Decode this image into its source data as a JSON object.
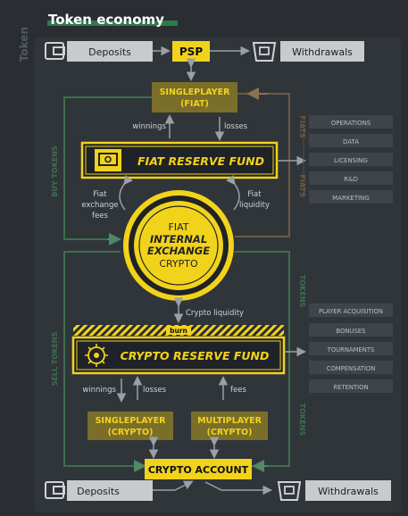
{
  "side_label": "Token",
  "title": "Token economy",
  "top": {
    "deposits": "Deposits",
    "psp": "PSP",
    "withdrawals": "Withdrawals"
  },
  "singleplayer_fiat": [
    "SINGLEPLAYER",
    "(FIAT)"
  ],
  "flows": {
    "winnings_top": "winnings",
    "losses_top": "losses",
    "fiat_exchange_fees": [
      "Fiat",
      "exchange",
      "fees"
    ],
    "fiat_liquidity": [
      "Fiat",
      "liquidity"
    ],
    "crypto_liquidity": "Crypto liquidity",
    "winnings_bottom": "winnings",
    "losses_bottom": "losses",
    "fees": "fees"
  },
  "fiat_reserve_fund": "FIAT RESERVE FUND",
  "internal_exchange": {
    "top": "FIAT",
    "line1": "INTERNAL",
    "line2": "EXCHANGE",
    "bottom": "CRYPTO"
  },
  "burn": "burn",
  "crypto_reserve_fund": "CRYPTO RESERVE FUND",
  "singleplayer_crypto": [
    "SINGLEPLAYER",
    "(CRYPTO)"
  ],
  "multiplayer_crypto": [
    "MULTIPLAYER",
    "(CRYPTO)"
  ],
  "crypto_account": "CRYPTO ACCOUNT",
  "bottom": {
    "deposits": "Deposits",
    "withdrawals": "Withdrawals"
  },
  "vertical_labels": {
    "buy_tokens": "BUY TOKENS",
    "sell_tokens": "SELL TOKENS",
    "fiats_right": "FIATS",
    "tokens_right_top": "TOKENS",
    "tokens_right_bottom": "TOKENS"
  },
  "fiat_uses": [
    "OPERATIONS",
    "DATA",
    "LICENSING",
    "R&D",
    "MARKETING"
  ],
  "token_uses": [
    "PLAYER ACQUISITION",
    "BONUSES",
    "TOURNAMENTS",
    "COMPENSATION",
    "RETENTION"
  ],
  "colors": {
    "background": "#2a2e33",
    "panel": "#3a3f45",
    "yellow": "#f2d31b",
    "olive": "#7a6e2a",
    "dark_box": "#1f2226",
    "line": "#8a8f94",
    "green": "#3e6e4e",
    "brown": "#6e5a3e"
  }
}
